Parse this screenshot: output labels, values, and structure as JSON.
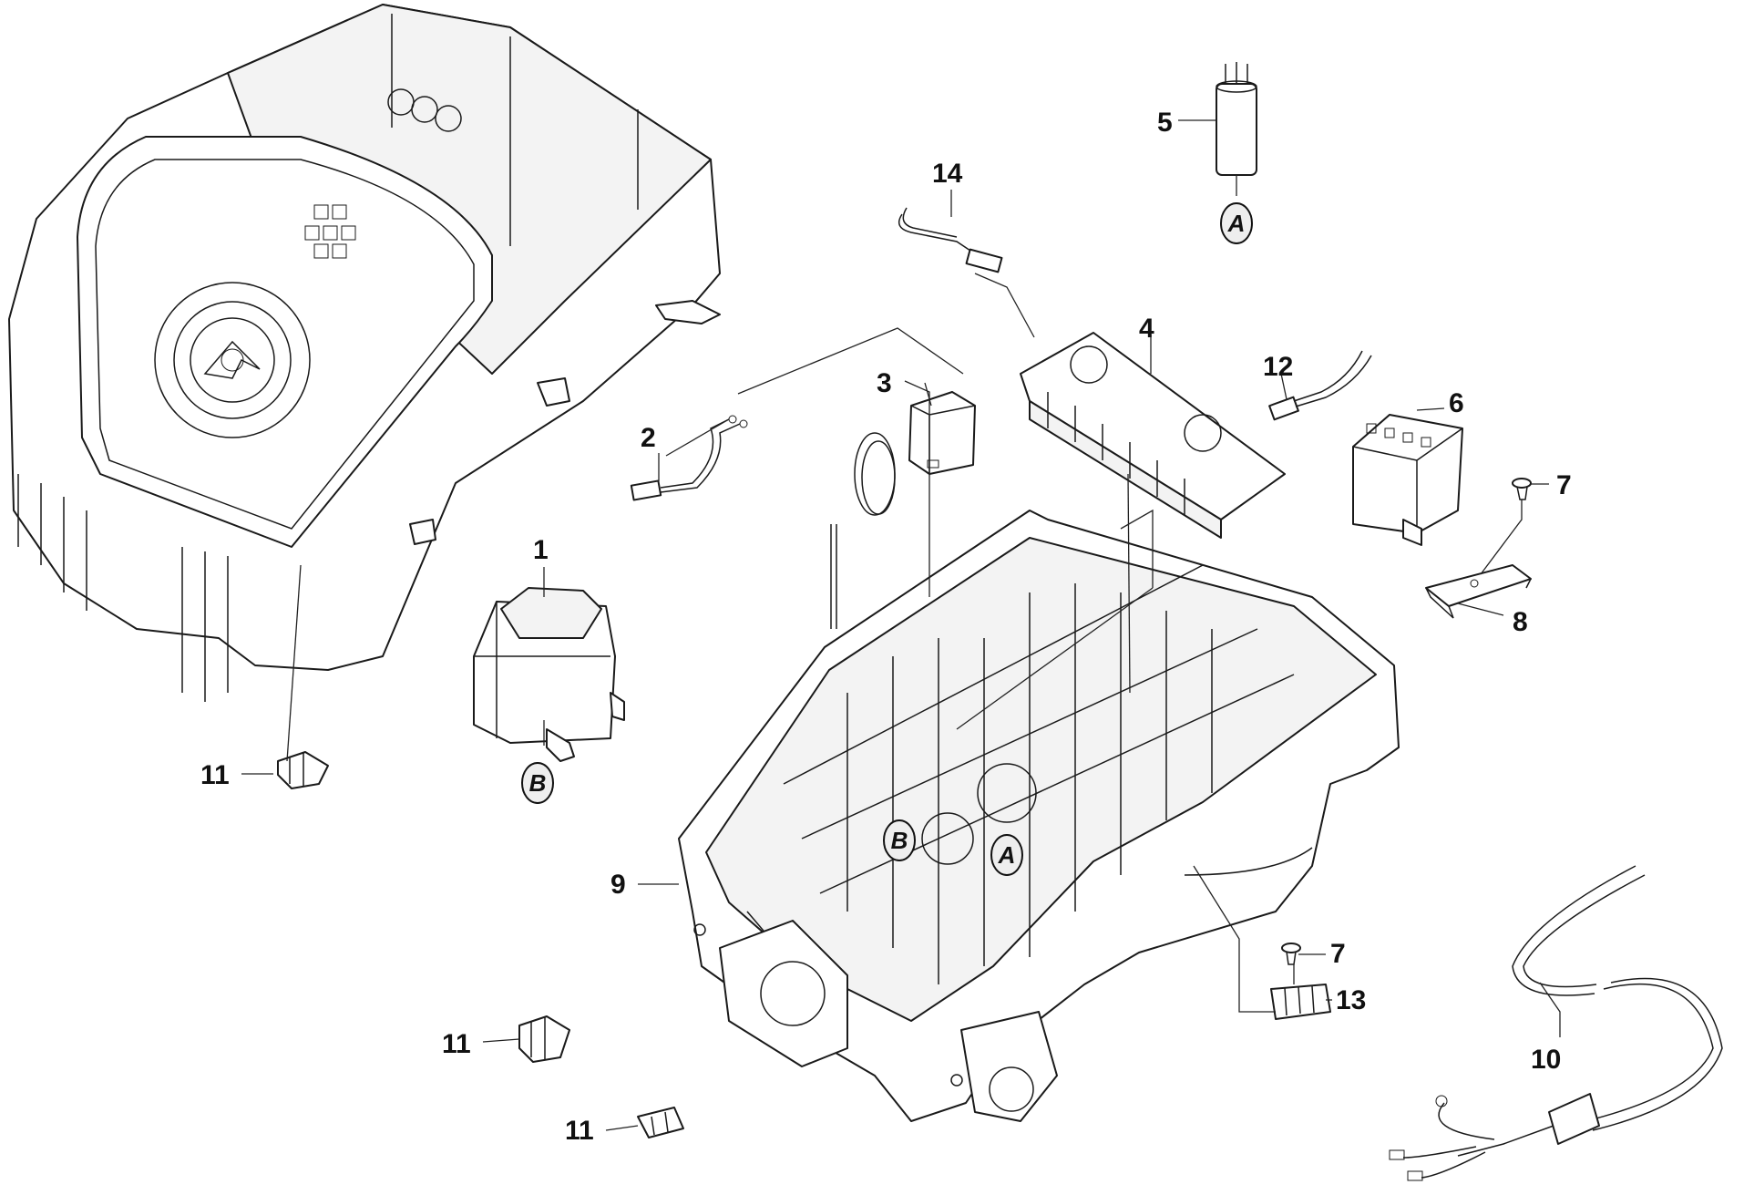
{
  "diagram": {
    "part_numbers": [
      "1",
      "2",
      "3",
      "4",
      "5",
      "6",
      "7",
      "7",
      "8",
      "9",
      "10",
      "11",
      "11",
      "11",
      "12",
      "13",
      "14"
    ],
    "references": [
      "A",
      "A",
      "B",
      "B"
    ]
  },
  "labels": {
    "p1": "1",
    "p2": "2",
    "p3": "3",
    "p4": "4",
    "p5": "5",
    "p6": "6",
    "p7a": "7",
    "p7b": "7",
    "p8": "8",
    "p9": "9",
    "p10": "10",
    "p11a": "11",
    "p11b": "11",
    "p11c": "11",
    "p12": "12",
    "p13": "13",
    "p14": "14"
  },
  "refs": {
    "a_top": "A",
    "a_base": "A",
    "b_transformer": "B",
    "b_base": "B"
  }
}
